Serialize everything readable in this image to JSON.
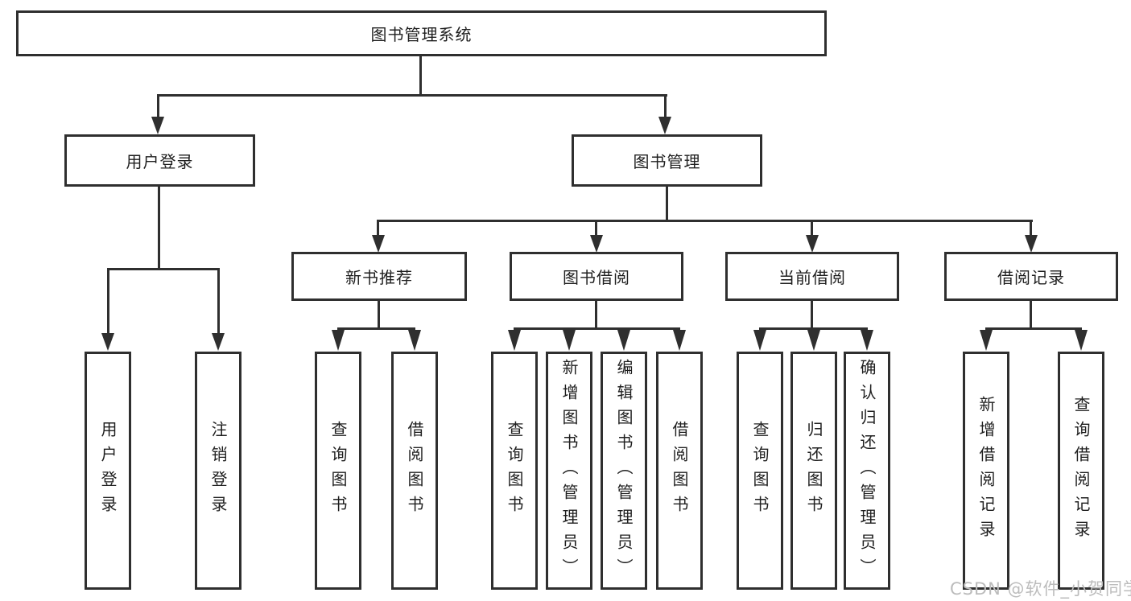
{
  "diagram_title": "图书管理系统",
  "watermark": "CSDN @软件_小贺同学",
  "colors": {
    "line": "#2f2f2f",
    "text": "#1f1f1f",
    "watermark": "#bcbcbc",
    "background": "#ffffff"
  },
  "tree": {
    "root": {
      "label": "图书管理系统",
      "children": [
        {
          "label": "用户登录",
          "children": [
            {
              "label": "用户登录"
            },
            {
              "label": "注销登录"
            }
          ]
        },
        {
          "label": "图书管理",
          "children": [
            {
              "label": "新书推荐",
              "children": [
                {
                  "label": "查询图书"
                },
                {
                  "label": "借阅图书"
                }
              ]
            },
            {
              "label": "图书借阅",
              "children": [
                {
                  "label": "查询图书"
                },
                {
                  "label": "新增图书（管理员）"
                },
                {
                  "label": "编辑图书（管理员）"
                },
                {
                  "label": "借阅图书"
                }
              ]
            },
            {
              "label": "当前借阅",
              "children": [
                {
                  "label": "查询图书"
                },
                {
                  "label": "归还图书"
                },
                {
                  "label": "确认归还（管理员）"
                }
              ]
            },
            {
              "label": "借阅记录",
              "children": [
                {
                  "label": "新增借阅记录"
                },
                {
                  "label": "查询借阅记录"
                }
              ]
            }
          ]
        }
      ]
    }
  }
}
